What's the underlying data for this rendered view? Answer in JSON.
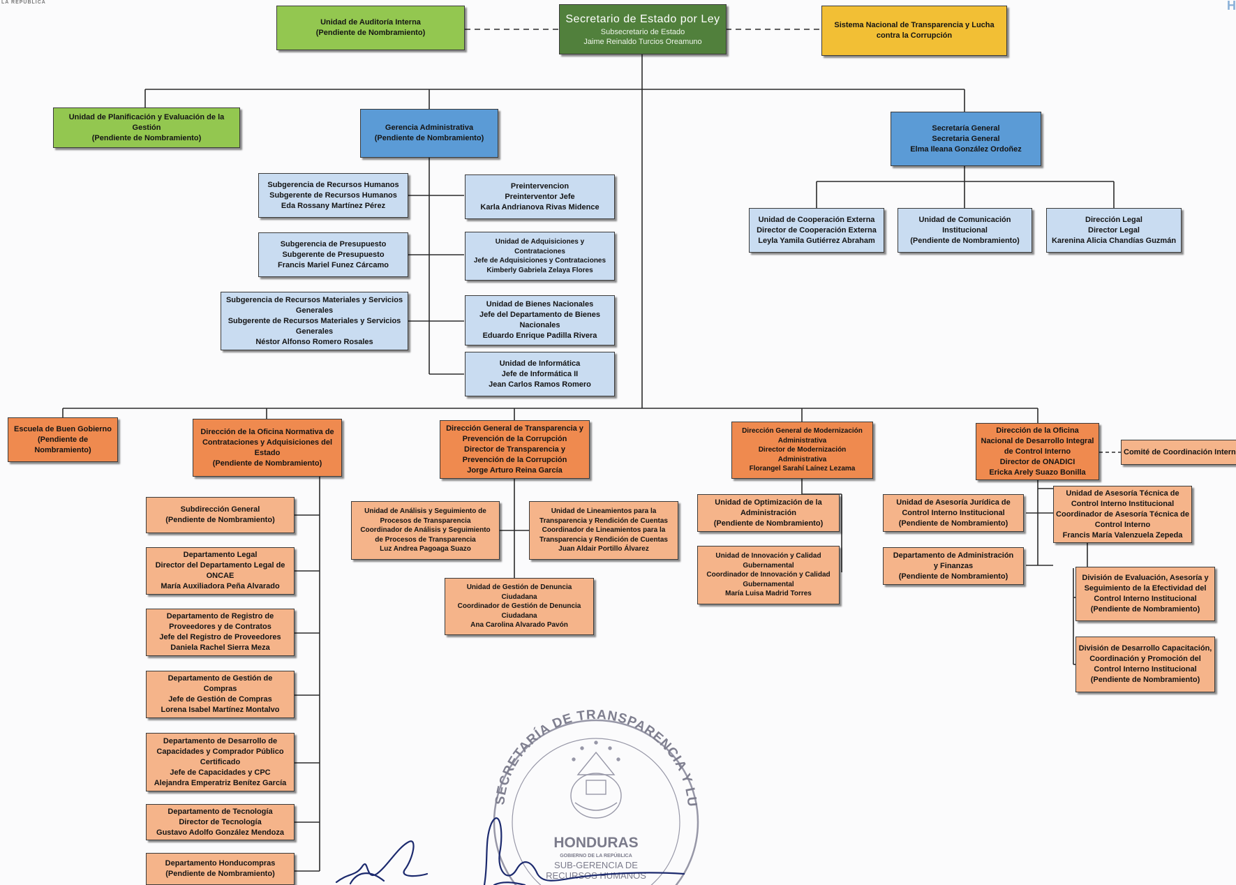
{
  "header_logo": "LA REPÚBLICA",
  "boxes": {
    "secretario": [
      "Secretario de Estado por Ley",
      "Subsecretario de Estado",
      "Jaime Reinaldo Turcios Oreamuno"
    ],
    "auditoria": [
      "Unidad de Auditoría Interna",
      "(Pendiente de Nombramiento)"
    ],
    "sistema": [
      "Sistema Nacional de Transparencia y Lucha",
      "contra la Corrupción"
    ],
    "planificacion": [
      "Unidad de Planificación y Evaluación de la",
      "Gestión",
      "(Pendiente de Nombramiento)"
    ],
    "gerencia": [
      "Gerencia Administrativa",
      "(Pendiente de Nombramiento)"
    ],
    "secretaria_general": [
      "Secretaría  General",
      "Secretaria General",
      "Elma Ileana González Ordoñez"
    ],
    "rrhh": [
      "Subgerencia de Recursos Humanos",
      "Subgerente de Recursos Humanos",
      "Eda Rossany Martínez Pérez"
    ],
    "presupuesto": [
      "Subgerencia de Presupuesto",
      "Subgerente de Presupuesto",
      "Francis Mariel Funez Cárcamo"
    ],
    "materiales": [
      "Subgerencia de Recursos Materiales y Servicios",
      "Generales",
      "Subgerente de Recursos Materiales y Servicios",
      "Generales",
      "Néstor Alfonso Romero Rosales"
    ],
    "preintervencion": [
      "Preintervencion",
      "Preinterventor Jefe",
      "Karla Andrianova Rivas Midence"
    ],
    "adquisiciones": [
      "Unidad de Adquisiciones y",
      "Contrataciones",
      "Jefe de Adquisiciones y Contrataciones",
      "Kimberly Gabriela Zelaya Flores"
    ],
    "bienes": [
      "Unidad de Bienes Nacionales",
      "Jefe del Departamento de Bienes",
      "Nacionales",
      "Eduardo Enrique Padilla Rivera"
    ],
    "informatica": [
      "Unidad de Informática",
      "Jefe de Informática II",
      "Jean Carlos Ramos Romero"
    ],
    "cooperacion": [
      "Unidad de Cooperación Externa",
      "Director de Cooperación Externa",
      "Leyla Yamila Gutiérrez Abraham"
    ],
    "comunicacion": [
      "Unidad de Comunicación",
      "Institucional",
      "(Pendiente de Nombramiento)"
    ],
    "legal": [
      "Dirección Legal",
      "Director Legal",
      "Karenina Alicia Chandías Guzmán"
    ],
    "escuela": [
      "Escuela de Buen Gobierno",
      "(Pendiente de",
      "Nombramiento)"
    ],
    "oncae": [
      "Dirección de la Oficina Normativa de",
      "Contrataciones y Adquisiciones del",
      "Estado",
      "(Pendiente de Nombramiento)"
    ],
    "transparencia": [
      "Dirección General de Transparencia y",
      "Prevención de la Corrupción",
      "Director de Transparencia y",
      "Prevención de la Corrupción",
      "Jorge Arturo Reina García"
    ],
    "modernizacion": [
      "Dirección General de Modernización",
      "Administrativa",
      "Director de Modernización",
      "Administrativa",
      "Florangel Sarahí Laínez Lezama"
    ],
    "onadici": [
      "Dirección de la Oficina",
      "Nacional de Desarrollo Integral",
      "de Control Interno",
      "Director de ONADICI",
      "Ericka Arely Suazo Bonilla"
    ],
    "comite": [
      "Comité de Coordinación Interna"
    ],
    "subdireccion": [
      "Subdirección General",
      "(Pendiente de Nombramiento)"
    ],
    "dep_legal": [
      "Departamento Legal",
      "Director del Departamento Legal de",
      "ONCAE",
      "María Auxiliadora Peña Alvarado"
    ],
    "registro": [
      "Departamento de Registro de",
      "Proveedores y de Contratos",
      "Jefe del Registro de Proveedores",
      "Daniela Rachel Sierra Meza"
    ],
    "gestion_compras": [
      "Departamento de Gestión de",
      "Compras",
      "Jefe de Gestión de Compras",
      "Lorena Isabel Martínez Montalvo"
    ],
    "capacidades": [
      "Departamento de Desarrollo de",
      "Capacidades y Comprador Público",
      "Certificado",
      "Jefe de Capacidades y CPC",
      "Alejandra Emperatriz Benítez García"
    ],
    "tecnologia": [
      "Departamento de Tecnología",
      "Director de Tecnología",
      "Gustavo Adolfo González Mendoza"
    ],
    "honducompras": [
      "Departamento Honducompras",
      "(Pendiente de Nombramiento)"
    ],
    "analisis": [
      "Unidad de Análisis y Seguimiento de",
      "Procesos de Transparencia",
      "Coordinador de Análisis y Seguimiento",
      "de Procesos de Transparencia",
      "Luz Andrea Pagoaga Suazo"
    ],
    "lineamientos": [
      "Unidad de Lineamientos para la",
      "Transparencia y Rendición de Cuentas",
      "Coordinador de Lineamientos para la",
      "Transparencia y Rendición de Cuentas",
      "Juan Aldair Portillo Álvarez"
    ],
    "denuncia": [
      "Unidad de Gestión de Denuncia",
      "Ciudadana",
      "Coordinador de Gestión de Denuncia",
      "Ciudadana",
      "Ana Carolina Alvarado Pavón"
    ],
    "optimizacion": [
      "Unidad de Optimización de la",
      "Administración",
      "(Pendiente de Nombramiento)"
    ],
    "innovacion": [
      "Unidad de Innovación y Calidad",
      "Gubernamental",
      "Coordinador de Innovación y Calidad",
      "Gubernamental",
      "María Luisa Madrid Torres"
    ],
    "asesoria_juridica": [
      "Unidad de Asesoría Jurídica de",
      "Control Interno Institucional",
      "(Pendiente de Nombramiento)"
    ],
    "administracion": [
      "Departamento de Administración",
      "y Finanzas",
      "(Pendiente de Nombramiento)"
    ],
    "asesoria_tecnica": [
      "Unidad de Asesoría Técnica de",
      "Control Interno Institucional",
      "Coordinador de Asesoría Técnica de",
      "Control Interno",
      "Francis María Valenzuela Zepeda"
    ],
    "evaluacion": [
      "División de Evaluación, Asesoría y",
      "Seguimiento de la Efectividad del",
      "Control Interno Institucional",
      "(Pendiente de Nombramiento)"
    ],
    "desarrollo": [
      "División de Desarrollo Capacitación,",
      "Coordinación y Promoción del",
      "Control Interno Institucional",
      "(Pendiente de Nombramiento)"
    ]
  },
  "seal": {
    "ring_text": "SECRETARÍA DE TRANSPARENCIA Y LUCHA CONTRA LA CORRUPCIÓN",
    "country": "HONDURAS",
    "gov": "GOBIERNO DE LA REPÚBLICA",
    "dept1": "SUB-GERENCIA DE",
    "dept2": "RECURSOS HUMANOS"
  },
  "colors": {
    "green": "#93c750",
    "dark_green": "#51803c",
    "yellow": "#f2bf35",
    "blue": "#5b9bd6",
    "light_blue": "#c9dcf1",
    "orange": "#ef8a4f",
    "light_orange": "#f5b48a"
  }
}
